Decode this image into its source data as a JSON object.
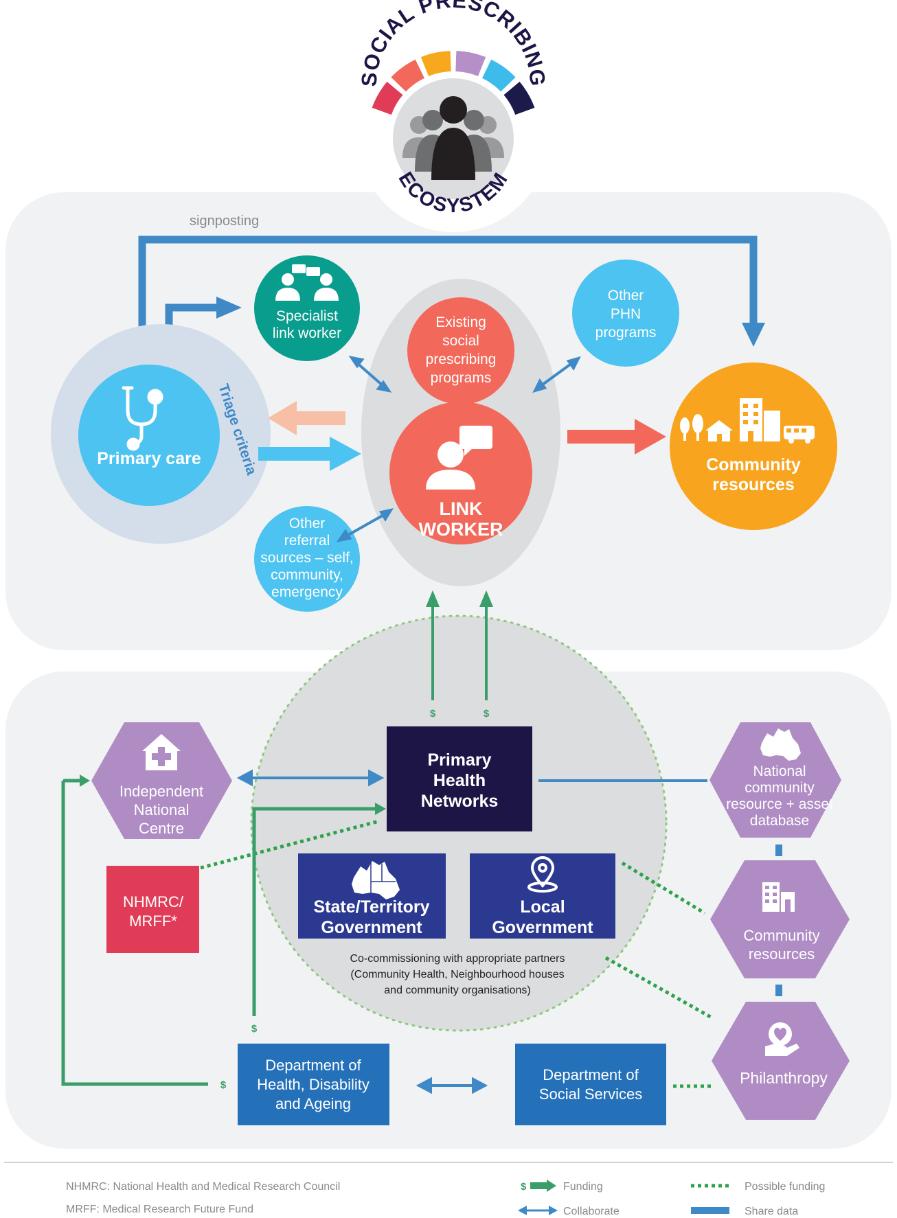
{
  "header": {
    "title_top": "SOCIAL PRESCRIBING",
    "title_bottom": "ECOSYSTEM",
    "ring_colors": [
      "#E03C57",
      "#F2685A",
      "#F7A81C",
      "#B48FC8",
      "#3DBBEB",
      "#1B1A4A"
    ]
  },
  "upper_panel": {
    "signposting_label": "signposting",
    "triage_label": "Triage criteria",
    "primary_care": {
      "label": "Primary care",
      "icon": "stethoscope-icon"
    },
    "specialist": {
      "line1": "Specialist",
      "line2": "link worker",
      "icon": "people-chat-icon"
    },
    "existing_programs": {
      "line1": "Existing",
      "line2": "social",
      "line3": "prescribing",
      "line4": "programs"
    },
    "other_phn": {
      "line1": "Other",
      "line2": "PHN",
      "line3": "programs"
    },
    "link_worker": {
      "line1": "LINK",
      "line2": "WORKER",
      "icon": "person-speech-icon"
    },
    "other_referral": {
      "line1": "Other",
      "line2": "referral",
      "line3": "sources – self,",
      "line4": "community,",
      "line5": "emergency"
    },
    "community_resources": {
      "line1": "Community",
      "line2": "resources",
      "icon": "town-icon"
    }
  },
  "lower_panel": {
    "dollar": "$",
    "phn": {
      "line1": "Primary",
      "line2": "Health",
      "line3": "Networks"
    },
    "independent_centre": {
      "line1": "Independent",
      "line2": "National",
      "line3": "Centre",
      "icon": "hospital-icon"
    },
    "nhmrc": {
      "line1": "NHMRC/",
      "line2": "MRFF*"
    },
    "state_gov": {
      "line1": "State/Territory",
      "line2": "Government",
      "icon": "australia-states-icon"
    },
    "local_gov": {
      "line1": "Local",
      "line2": "Government",
      "icon": "location-pin-icon"
    },
    "cocommissioning": {
      "line1": "Co-commissioning with appropriate partners",
      "line2": "(Community Health, Neighbourhood houses",
      "line3": "and community organisations)"
    },
    "national_db": {
      "line1": "National",
      "line2": "community",
      "line3": "resource + asset",
      "line4": "database",
      "icon": "australia-map-icon"
    },
    "community_resources": {
      "line1": "Community",
      "line2": "resources",
      "icon": "buildings-icon"
    },
    "philanthropy": {
      "label": "Philanthropy",
      "icon": "heart-hand-icon"
    },
    "dept_health": {
      "line1": "Department of",
      "line2": "Health, Disability",
      "line3": "and Ageing"
    },
    "dept_social": {
      "line1": "Department of",
      "line2": "Social Services"
    }
  },
  "footer": {
    "abbrev1": "NHMRC: National Health and Medical Research Council",
    "abbrev2": "MRFF: Medical Research Future Fund",
    "legend": {
      "funding": "Funding",
      "possible_funding": "Possible funding",
      "collaborate": "Collaborate",
      "share_data": "Share data"
    }
  },
  "colors": {
    "primary_care": "#4CC3F0",
    "coral": "#F2685A",
    "teal": "#089D8D",
    "orange": "#F8A41E",
    "purple_hex": "#B08CC4",
    "navy": "#1D1546",
    "royal": "#2B3990",
    "blue_box": "#2470B9",
    "red": "#E03C57",
    "green": "#3A9E6A",
    "dotted_green": "#2DA24A",
    "collab_blue": "#3E89C6"
  }
}
